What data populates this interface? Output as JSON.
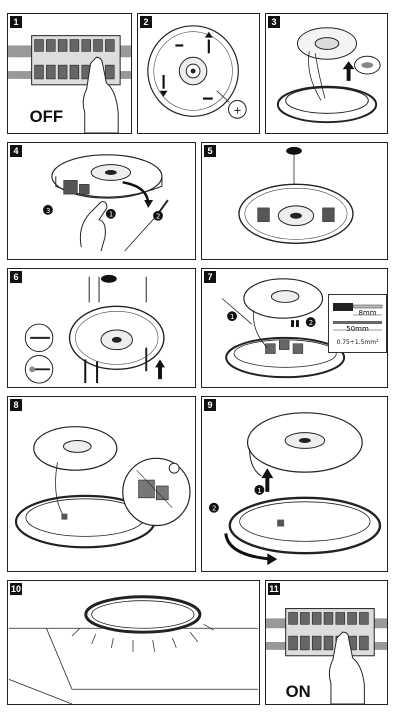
{
  "steps": [
    {
      "number": "1",
      "caption": "OFF"
    },
    {
      "number": "2"
    },
    {
      "number": "3"
    },
    {
      "number": "4",
      "markers": [
        "1",
        "2",
        "3"
      ]
    },
    {
      "number": "5"
    },
    {
      "number": "6"
    },
    {
      "number": "7",
      "markers": [
        "1",
        "2"
      ],
      "wire_spec": {
        "strip_length": "8mm",
        "sheath_length": "50mm",
        "cross_section": "0.75÷1.5mm²"
      }
    },
    {
      "number": "8"
    },
    {
      "number": "9",
      "markers": [
        "1",
        "2"
      ]
    },
    {
      "number": "10"
    },
    {
      "number": "11",
      "caption": "ON"
    }
  ],
  "colors": {
    "line": "#222222",
    "fill_dark": "#111111",
    "fill_grey": "#9a9a9a",
    "badge_text": "#ffffff"
  }
}
